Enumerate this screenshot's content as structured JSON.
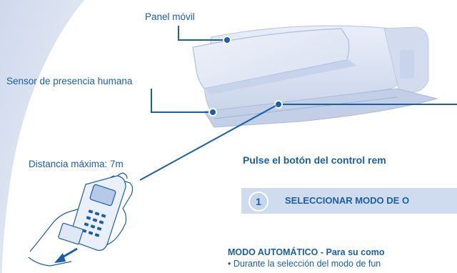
{
  "labels": {
    "panel": "Panel móvil",
    "sensor": "Sensor de presencia humana",
    "distance": "Distancia máxima: 7m"
  },
  "instructions": {
    "heading": "Pulse el botón del control rem",
    "step_number": "1",
    "step_title": "SELECCIONAR MODO DE O",
    "mode_title": "MODO AUTOMÁTICO - Para su como",
    "bullet": "• Durante la selección del modo de fun"
  },
  "colors": {
    "accent": "#1a5ea8",
    "unit_light": "#dfe6f4",
    "step_bar": "#cfdcef"
  }
}
